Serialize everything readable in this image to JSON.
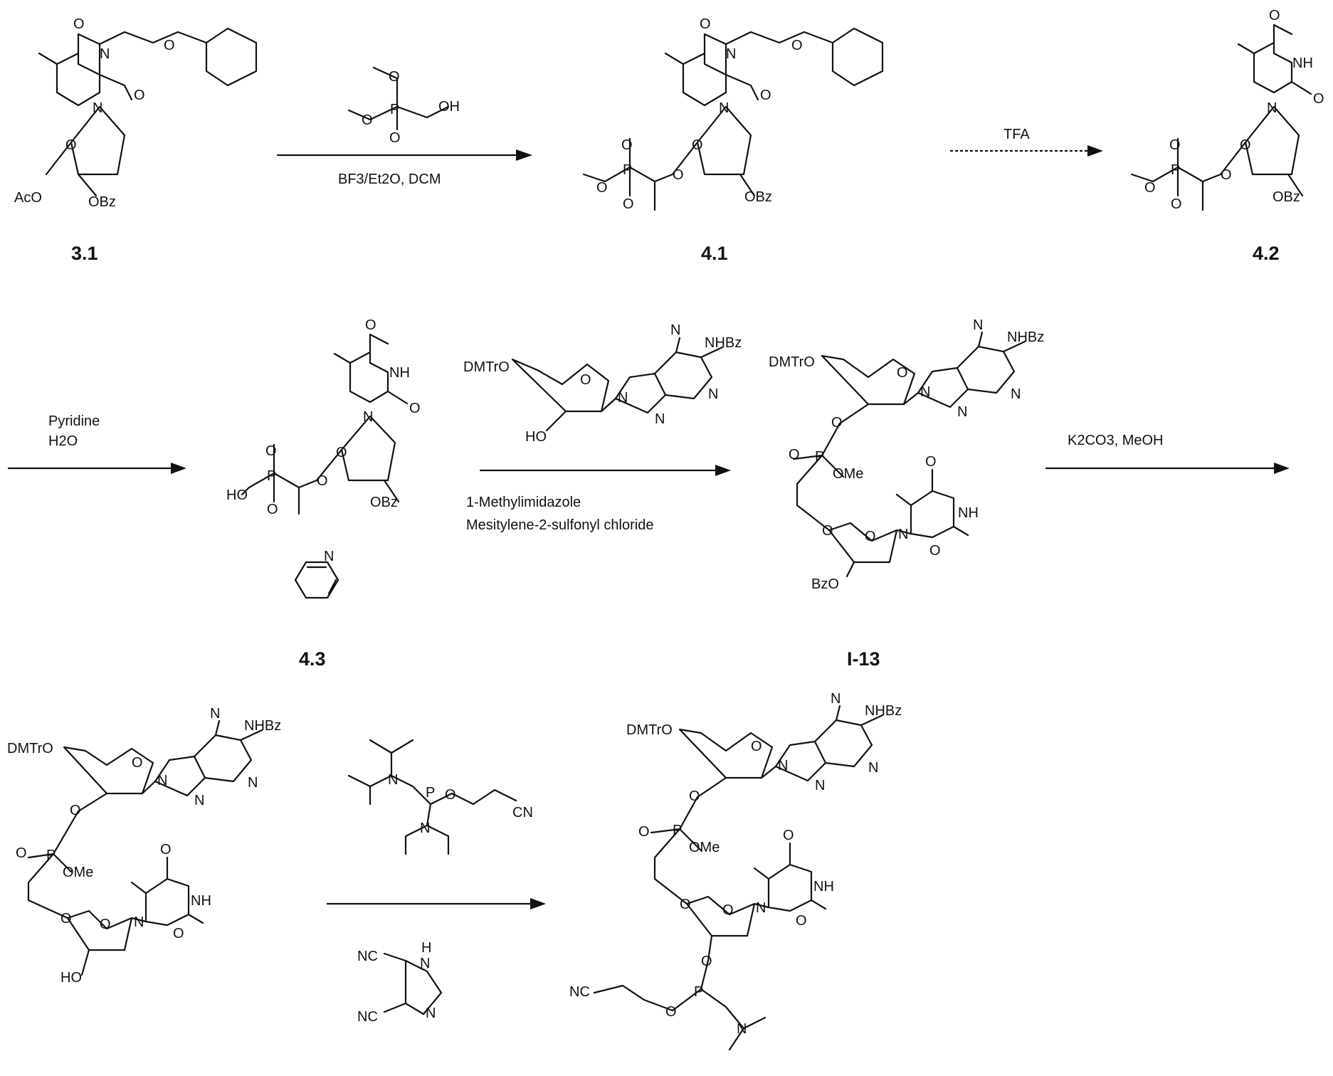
{
  "compounds": {
    "c31": "3.1",
    "c41": "4.1",
    "c42": "4.2",
    "c43": "4.3",
    "i13": "I-13"
  },
  "reagents": {
    "step1": "BF3/Et2O, DCM",
    "step2": "TFA",
    "step3_line1": "Pyridine",
    "step3_line2": "H2O",
    "step4_line1": "1-Methylimidazole",
    "step4_line2": "Mesitylene-2-sulfonyl chloride",
    "step5": "K2CO3, MeOH"
  },
  "atoms": {
    "o": "O",
    "n": "N",
    "p": "P",
    "nh": "NH",
    "oh": "OH",
    "ho": "HO",
    "aco": "AcO",
    "obz": "OBz",
    "bzo": "BzO",
    "ome": "OMe",
    "cn": "CN",
    "nc": "NC",
    "h": "H",
    "nhbz": "NHBz",
    "dmtro": "DMTrO"
  }
}
